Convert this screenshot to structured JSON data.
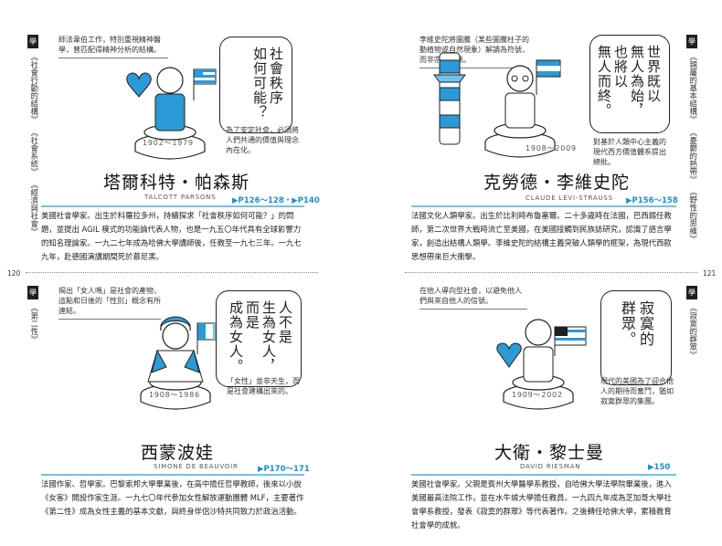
{
  "page_numbers": {
    "left": "120",
    "right": "121"
  },
  "entries": [
    {
      "tab": "學",
      "related": [
        "《社會行動的結構》",
        "《社會系統》",
        "《經濟與社會》"
      ],
      "note_top": "師法韋伯工作，特別重視精神醫學，曾匹配得精神分析的結構。",
      "speech": "社會秩序\n如何可能？",
      "note_bottom": "為了安定社會，必須將人們共通的價值與理念內在化。",
      "years": "1902～1979",
      "name_cn": "塔爾科特・帕森斯",
      "name_en": "TALCOTT PARSONS",
      "pages": "▶P126～128・▶P140",
      "body": "美國社會學家。出生於科羅拉多州，持續探求「社會秩序如何可能？」的問題，並提出 AGIL 模式的功能論代表人物，也是一九五〇年代具有全球影響力的知名理論家。一九二七年成為哈佛大學講師後，任教至一九七三年。一九七九年，赴德國演講期間死於慕尼黑。"
    },
    {
      "tab": "學",
      "related": [
        "《第二性》"
      ],
      "note_top": "揭出「女人嗎」是社會的產物，這點和日後的「性別」概念有所連結。",
      "speech": "人不是\n生為女人，\n而是\n成為女人。",
      "note_bottom": "「女性」並非天生，而是社會建構出來的。",
      "years": "1908～1986",
      "name_cn": "西蒙波娃",
      "name_en": "SIMONE DE BEAUVOIR",
      "pages": "▶P170～171",
      "body": "法國作家、哲學家。巴黎索邦大學畢業後，在高中擔任哲學教師，後來以小說《女客》開設作家生涯。一九七〇年代參加女性解放運動團體 MLF，主要著作《第二性》成為女性主義的基本文獻，與終身伴侶沙特共同致力於政治活動。"
    },
    {
      "tab": "學",
      "related": [
        "《親屬的基本結構》",
        "《憂鬱的熱帶》",
        "《野性的思維》"
      ],
      "note_top": "李維史陀將圖騰（某些圖騰柱子的動植物或自然現象）解讀為符號，而非宗教形態。",
      "speech": "世界既以\n無人為始，\n也將以\n無人而終。",
      "note_bottom": "對基於人類中心主義的現代西方價值體系提出總批。",
      "years": "1908～2009",
      "name_cn": "克勞德・李維史陀",
      "name_en": "CLAUDE LÉVI-STRAUSS",
      "pages": "▶P156～158",
      "body": "法國文化人類學家。出生於比利時布魯塞爾。二十多歲時在法國，巴西錫任教師，第二次世界大戰時流亡至美國，在美國接觸到民族誌研究，認識了語言學家，創造出結構人類學。李維史陀的結構主義突破人類學的框架，為現代西歐思想帶來巨大衝擊。"
    },
    {
      "tab": "學",
      "related": [
        "《寂寞的群眾》"
      ],
      "note_top": "在他人導向型社會，以避免他人們與來自他人的信號。",
      "speech": "寂寞的\n群眾。",
      "note_bottom": "現代的美國為了迎合他人的期待而奮鬥，猶如寂寞群眾的集團。",
      "years": "1909～2002",
      "name_cn": "大衛・黎士曼",
      "name_en": "DAVID RIESMAN",
      "pages": "▶150",
      "body": "美國社會學家。父親是賓州大學醫學系教授，自哈佛大學法學院畢業後，進入美國最高法院工作，並在水牛城大學擔任教員。一九四九年成為芝加哥大學社會學系教授，發表《寂寞的群眾》等代表著作。之後轉任哈佛大學，累積教育社會學的成就。"
    }
  ],
  "colors": {
    "accent": "#1a8fd0",
    "accent_light": "#6fc3ee",
    "figure_blue": "#2b9ad6"
  }
}
